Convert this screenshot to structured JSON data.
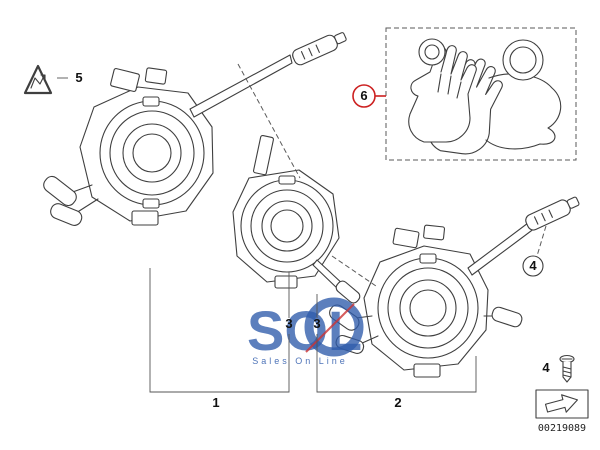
{
  "diagram": {
    "part_number": "00219089",
    "watermark": {
      "text": "SOL",
      "subtext": "Sales On Line"
    },
    "callouts": {
      "item1": "1",
      "item2": "2",
      "item3_left": "3",
      "item3_right": "3",
      "item4_circled": "4",
      "item4_legend": "4",
      "item5": "5",
      "item6": "6"
    },
    "colors": {
      "line": "#3f3f3f",
      "accent_red": "#cc2020",
      "watermark_blue": "#2e5bab"
    }
  }
}
